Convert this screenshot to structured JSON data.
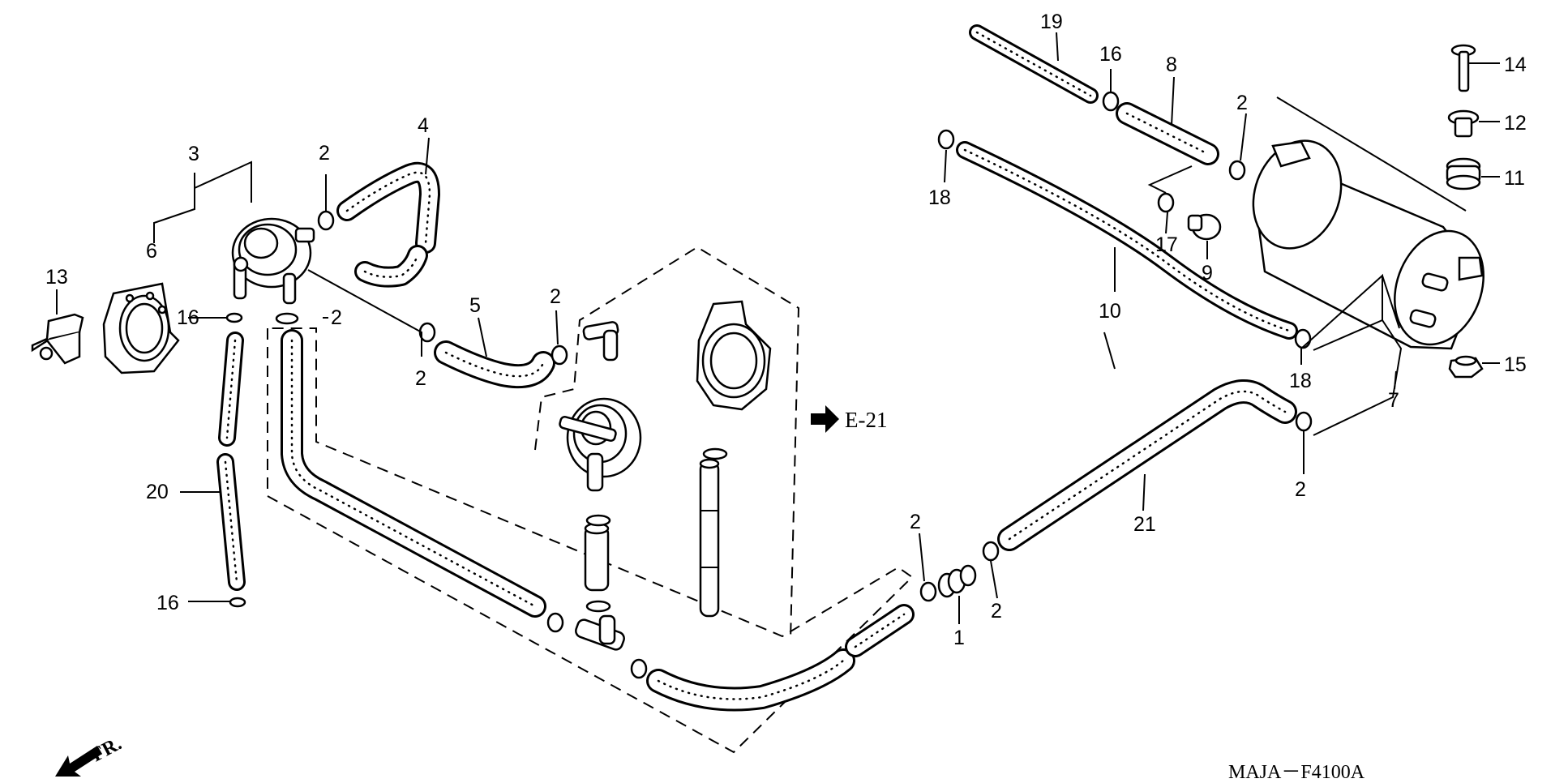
{
  "diagram_code": "MAJA－F4100A",
  "reference": "E-21",
  "direction": "FR.",
  "callouts": {
    "p1": "1",
    "p2": "2",
    "p3": "3",
    "p4": "4",
    "p5": "5",
    "p6": "6",
    "p7": "7",
    "p8": "8",
    "p9": "9",
    "p10": "10",
    "p11": "11",
    "p12": "12",
    "p13": "13",
    "p14": "14",
    "p15": "15",
    "p16": "16",
    "p17": "17",
    "p18": "18",
    "p19": "19",
    "p20": "20",
    "p21": "21"
  }
}
